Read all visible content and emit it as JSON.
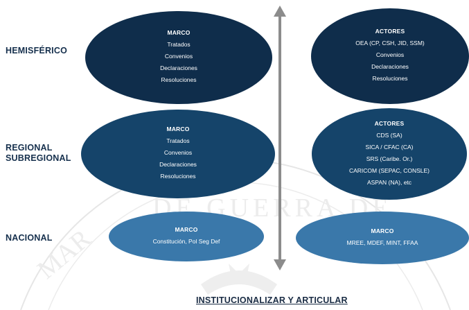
{
  "levels": {
    "hemispheric": "HEMISFÉRICO",
    "regional_line1": "REGIONAL",
    "regional_line2": "SUBREGIONAL",
    "national": "NACIONAL"
  },
  "hemispheric": {
    "marco": {
      "header": "MARCO",
      "items": [
        "Tratados",
        "Convenios",
        "Declaraciones",
        "Resoluciones"
      ]
    },
    "actores": {
      "header": "ACTORES",
      "items": [
        "OEA (CP, CSH, JID, SSM)",
        "Convenios",
        "Declaraciones",
        "Resoluciones"
      ]
    }
  },
  "regional": {
    "marco": {
      "header": "MARCO",
      "items": [
        "Tratados",
        "Convenios",
        "Declaraciones",
        "Resoluciones"
      ]
    },
    "actores": {
      "header": "ACTORES",
      "items": [
        "CDS (SA)",
        "SICA / CFAC (CA)",
        "SRS (Caribe. Or.)",
        "CARICOM (SEPAC, CONSLE)",
        "ASPAN (NA), etc"
      ]
    }
  },
  "national": {
    "marco": {
      "header": "MARCO",
      "items": [
        "Constitución, Pol Seg Def"
      ]
    },
    "actores": {
      "header": "MARCO",
      "items": [
        "MREE, MDEF, MINT, FFAA"
      ]
    }
  },
  "watermark": {
    "text_top": "DE GUERRA DE",
    "text_left": "MAR"
  },
  "footer": "INSTITUCIONALIZAR Y ARTICULAR",
  "colors": {
    "dark": "#0f2d4b",
    "mid": "#15446a",
    "light": "#3a78aa",
    "arrow": "#8c8c8c",
    "text": "#16304d"
  }
}
